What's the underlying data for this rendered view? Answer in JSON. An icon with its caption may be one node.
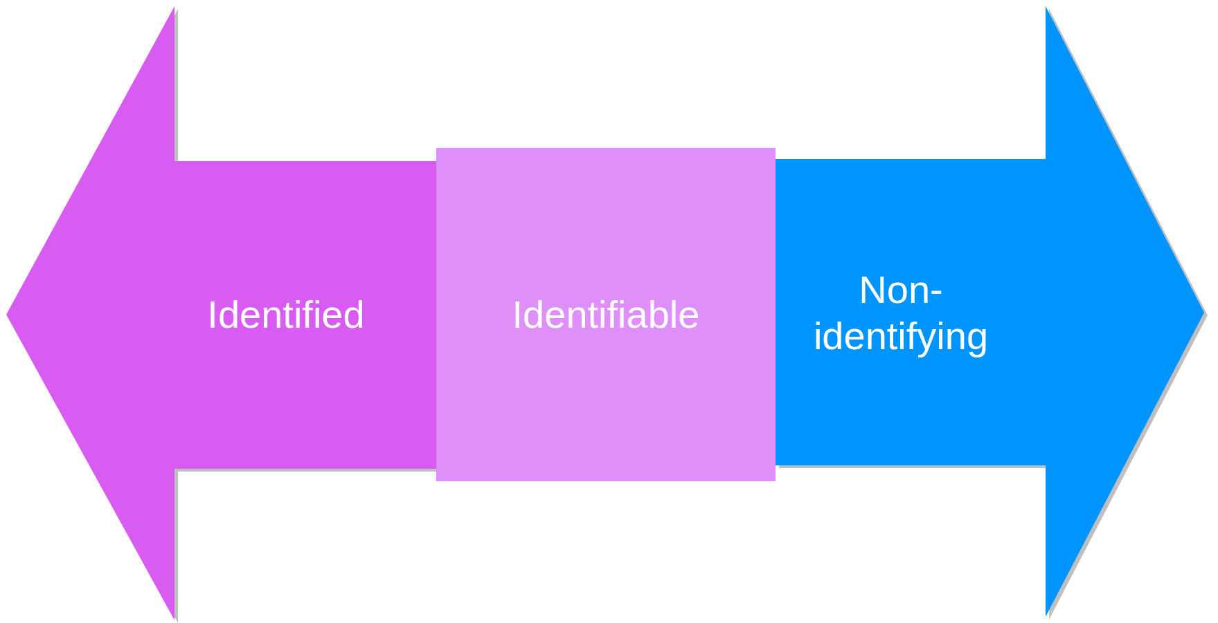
{
  "diagram": {
    "nodes": [
      {
        "text": [
          "Identified"
        ]
      },
      {
        "text": [
          "Identifiable"
        ]
      },
      {
        "text": [
          "Non-identifying"
        ]
      }
    ]
  }
}
